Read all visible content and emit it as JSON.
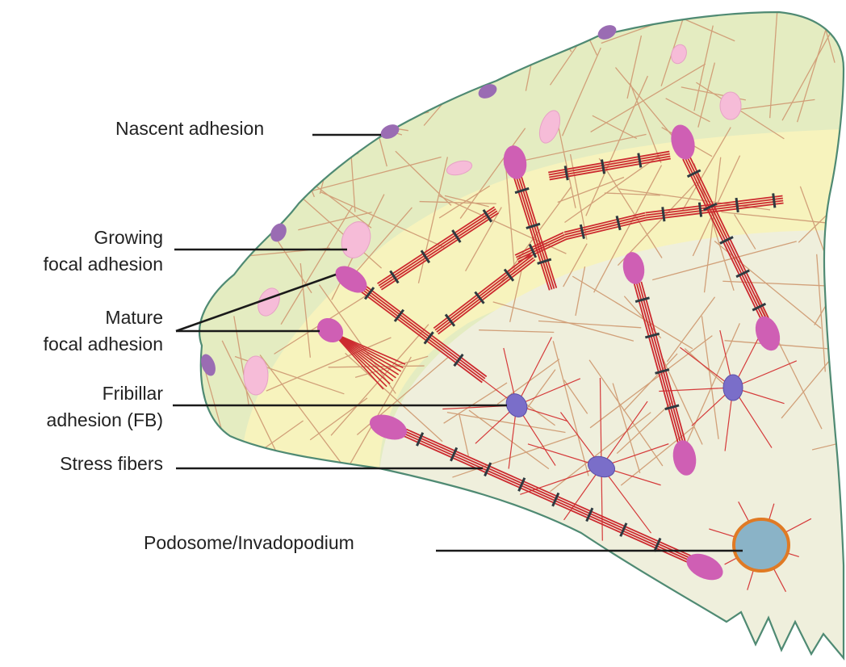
{
  "labels": {
    "nascent": "Nascent adhesion",
    "growing_1": "Growing",
    "growing_2": "focal adhesion",
    "mature_1": "Mature",
    "mature_2": "focal adhesion",
    "fibrillar_1": "Fribillar",
    "fibrillar_2": "adhesion (FB)",
    "stress": "Stress fibers",
    "podosome": "Podosome/Invadopodium"
  },
  "colors": {
    "cell_outline": "#4f8a73",
    "outer_zone": "#e4ecc1",
    "lamellipodium_band": "#f7f3bd",
    "inner_zone": "#efefdc",
    "actin_mesh": "#d1a079",
    "stress_fiber": "#cc2a2f",
    "myosin_bar": "#2e3a40",
    "mature_adhesion": "#cf5fb4",
    "growing_adhesion": "#f6bcd8",
    "nascent_adhesion": "#9a6cb3",
    "fibrillar_adhesion": "#7a6ec9",
    "podosome_fill": "#8ab3c7",
    "podosome_ring": "#e07a24",
    "leader_line": "#1a1a1a"
  }
}
